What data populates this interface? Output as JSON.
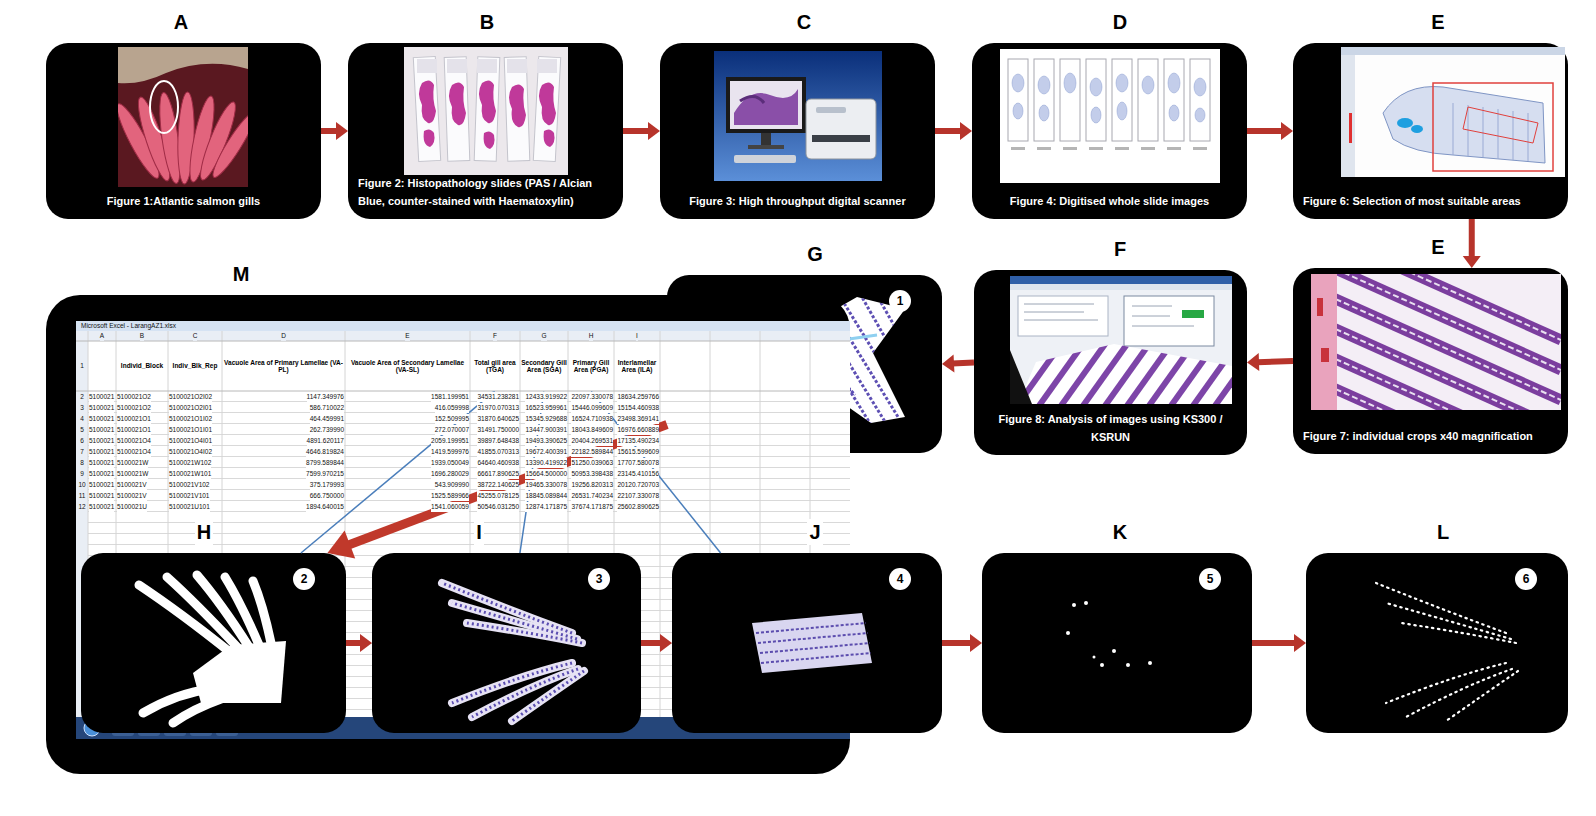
{
  "diagram": {
    "nodes": [
      {
        "text": [
          "A",
          "Figure 1:Atlantic salmon gills"
        ]
      },
      {
        "text": [
          "B",
          "Figure 2: Histopathology slides (PAS / Alcian Blue, counter-stained with Haematoxylin)"
        ]
      },
      {
        "text": [
          "C",
          "Figure 3: High throughput digital scanner"
        ]
      },
      {
        "text": [
          "D",
          "Figure 4: Digitised whole slide images"
        ]
      },
      {
        "text": [
          "E",
          "Figure 6: Selection of most suitable areas"
        ]
      },
      {
        "text": [
          "E",
          "Figure 7: individual crops x40 magnification"
        ]
      },
      {
        "text": [
          "F",
          "Figure 8: Analysis of images using KS300 / KSRUN"
        ]
      },
      {
        "text": [
          "G"
        ]
      },
      {
        "text": [
          "1"
        ],
        "in": 7
      },
      {
        "text": [
          "M"
        ]
      },
      {
        "text": [
          "Individ_Block"
        ],
        "in": 9
      },
      {
        "text": [
          "Indiv_Blk_Rep"
        ],
        "in": 9
      },
      {
        "text": [
          "Vacuole Area of Primary Lamellae (VA-PL)"
        ],
        "in": 9
      },
      {
        "text": [
          "Vacuole Area of Secondary Lamellae (VA-SL)"
        ],
        "in": 9
      },
      {
        "text": [
          "Total gill area (TGA)"
        ],
        "in": 9
      },
      {
        "text": [
          "Secondary Gill Area (SGA)"
        ],
        "in": 9
      },
      {
        "text": [
          "Primary Gill Area (PGA)"
        ],
        "in": 9
      },
      {
        "text": [
          "Interlamellar Area (ILA)"
        ],
        "in": 9
      },
      {
        "text": [
          "H"
        ]
      },
      {
        "text": [
          "2"
        ],
        "in": 18
      },
      {
        "text": [
          "I"
        ]
      },
      {
        "text": [
          "3"
        ],
        "in": 20
      },
      {
        "text": [
          "J"
        ]
      },
      {
        "text": [
          "4"
        ],
        "in": 22
      },
      {
        "text": [
          "K"
        ]
      },
      {
        "text": [
          "5"
        ],
        "in": 24
      },
      {
        "text": [
          "L"
        ]
      },
      {
        "text": [
          "6"
        ],
        "in": 26
      }
    ],
    "edges": [
      {
        "from": 0,
        "to": 1,
        "arrow": "to"
      },
      {
        "from": 1,
        "to": 2,
        "arrow": "to"
      },
      {
        "from": 2,
        "to": 3,
        "arrow": "to"
      },
      {
        "from": 3,
        "to": 4,
        "arrow": "to"
      },
      {
        "from": 4,
        "to": 5,
        "arrow": "to"
      },
      {
        "from": 5,
        "to": 6,
        "arrow": "to"
      },
      {
        "from": 6,
        "to": 7,
        "arrow": "to"
      },
      {
        "from": 7,
        "to": 18,
        "arrow": "to"
      },
      {
        "from": 18,
        "to": 20,
        "arrow": "to"
      },
      {
        "from": 20,
        "to": 22,
        "arrow": "to"
      },
      {
        "from": 22,
        "to": 24,
        "arrow": "to"
      },
      {
        "from": 24,
        "to": 26,
        "arrow": "to"
      },
      {
        "from": 18,
        "to": 14,
        "arrow": "to"
      },
      {
        "from": 20,
        "to": 15,
        "arrow": "to"
      },
      {
        "from": 22,
        "to": 16,
        "arrow": "to"
      }
    ],
    "labels": [
      "Microsoft Excel - LarangAZ1.xlsx",
      "A",
      "B",
      "C",
      "D",
      "E",
      "F",
      "G",
      "H",
      "I",
      "1",
      "2",
      "3",
      "4",
      "5",
      "6",
      "7",
      "8",
      "9",
      "10",
      "11",
      "12",
      "5100021",
      "5100021O2",
      "5100021O2I02",
      "1147.349976",
      "1581.199951",
      "34531.238281",
      "12433.919922",
      "22097.330078",
      "18634.259766",
      "5100021",
      "5100021O2",
      "5100021O2I01",
      "586.710022",
      "416.059998",
      "31970.070313",
      "16523.959961",
      "15446.099609",
      "15154.460938",
      "5100021",
      "5100021O1",
      "5100021O1I02",
      "464.459991",
      "152.509995",
      "31870.640625",
      "15345.929688",
      "16524.710938",
      "23498.369141",
      "5100021",
      "5100021O1",
      "5100021O1I01",
      "262.739990",
      "272.070007",
      "31491.750000",
      "13447.900391",
      "18043.849609",
      "16976.660889",
      "5100021",
      "5100021O4",
      "5100021O4I01",
      "4891.620117",
      "2059.199951",
      "39897.648438",
      "19493.390625",
      "20404.269531",
      "17135.490234",
      "5100021",
      "5100021O4",
      "5100021O4I02",
      "4646.819824",
      "1419.599976",
      "41855.070313",
      "19672.400391",
      "22182.589844",
      "15615.599609",
      "5100021",
      "5100021W",
      "5100021W102",
      "8799.589844",
      "1939.050049",
      "64640.460938",
      "13390.419922",
      "51250.039063",
      "17707.580078",
      "5100021",
      "5100021W",
      "5100021W101",
      "7599.970215",
      "1696.280029",
      "66617.890625",
      "15664.500000",
      "50953.398438",
      "23145.410156",
      "5100021",
      "5100021V",
      "5100021V102",
      "375.179993",
      "543.909990",
      "38722.140625",
      "19465.330078",
      "19256.820313",
      "20120.720703",
      "5100021",
      "5100021V",
      "5100021V101",
      "666.750000",
      "1525.589966",
      "45255.078125",
      "18845.089844",
      "26531.740234",
      "22107.330078",
      "5100021",
      "5100021U",
      "5100021U101",
      "1894.640015",
      "1541.060059",
      "50546.031250",
      "12874.171875",
      "37674.171875",
      "25602.890625"
    ]
  }
}
